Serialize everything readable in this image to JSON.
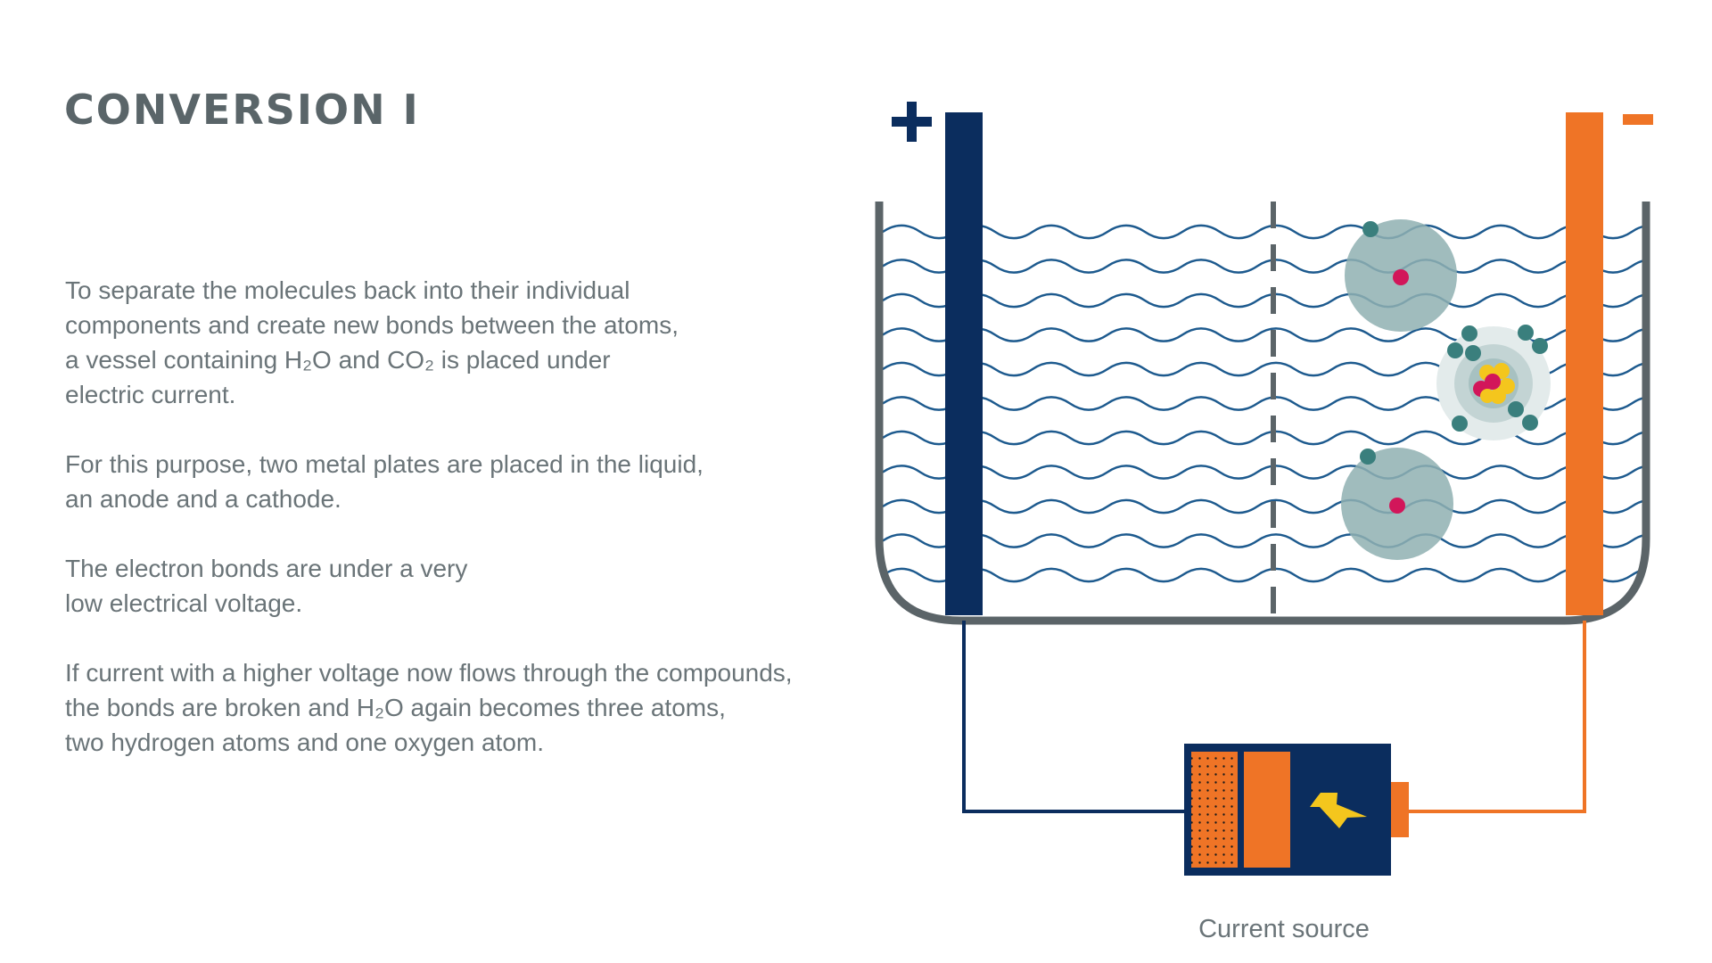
{
  "title": "CONVERSION I",
  "paragraphs": [
    {
      "lines": [
        "To separate the molecules back into their individual",
        "components and create new bonds between the atoms,",
        "a vessel containing H₂O and CO₂ is placed under",
        "electric current."
      ]
    },
    {
      "lines": [
        "For this purpose, two metal plates are placed in the liquid,",
        "an anode and a cathode."
      ]
    },
    {
      "lines": [
        "The electron bonds are under a very",
        "low electrical voltage."
      ]
    },
    {
      "lines": [
        "If current with a higher voltage now flows through the compounds,",
        "the bonds are broken and H₂O again becomes three atoms,",
        "two hydrogen atoms and one oxygen atom."
      ]
    }
  ],
  "diagram": {
    "anode_symbol": "+",
    "cathode_symbol": "–",
    "source_label": "Current source",
    "colors": {
      "anode": "#0b2d5e",
      "cathode": "#ef7426",
      "vessel": "#5b6468",
      "water": "#1d5a8e",
      "atom_shell": "#8fb0b1",
      "nucleus": "#d2165a",
      "electron": "#3a7f7d",
      "lightning": "#f4c61d"
    }
  }
}
